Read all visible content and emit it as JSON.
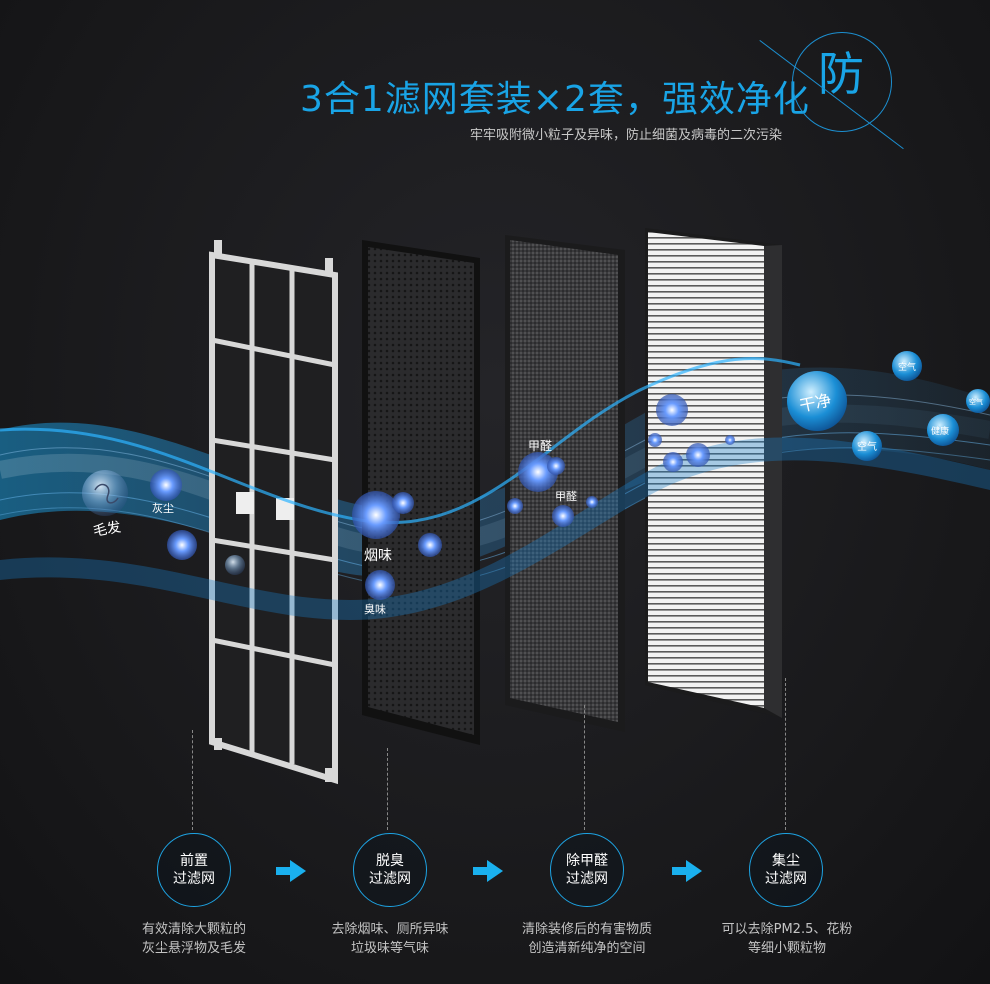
{
  "header": {
    "title": "3合1滤网套装×2套，强效净化",
    "subtitle": "牢牢吸附微小粒子及异味，防止细菌及病毒的二次污染",
    "badge": "防"
  },
  "particles": {
    "hair": "毛发",
    "dust": "灰尘",
    "smoke": "烟味",
    "odor": "臭味",
    "formaldehyde_1": "甲醛",
    "formaldehyde_2": "甲醛",
    "clean": "干净",
    "air_1": "空气",
    "air_2": "空气",
    "air_3": "空气",
    "healthy": "健康"
  },
  "filters": [
    {
      "line1": "前置",
      "line2": "过滤网",
      "desc1": "有效清除大颗粒的",
      "desc2": "灰尘悬浮物及毛发"
    },
    {
      "line1": "脱臭",
      "line2": "过滤网",
      "desc1": "去除烟味、厕所异味",
      "desc2": "垃圾味等气味"
    },
    {
      "line1": "除甲醛",
      "line2": "过滤网",
      "desc1": "清除装修后的有害物质",
      "desc2": "创造清新纯净的空间"
    },
    {
      "line1": "集尘",
      "line2": "过滤网",
      "desc1": "可以去除PM2.5、花粉",
      "desc2": "等细小颗粒物"
    }
  ],
  "colors": {
    "accent": "#19a4e6",
    "arrow": "#1ab0ee"
  }
}
